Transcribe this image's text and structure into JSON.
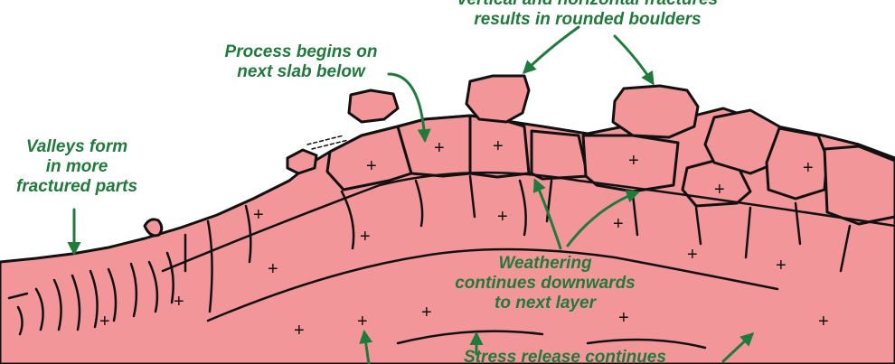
{
  "colors": {
    "rock": "#f2969a",
    "outline": "#111111",
    "label_green": "#1f7a3c"
  },
  "labels": {
    "top_partial": "vertical and horizontal fractures\nresults in rounded boulders",
    "process": "Process begins on\nnext slab below",
    "valleys": "Valleys form\nin more\nfractured parts",
    "weathering": "Weathering\ncontinues downwards\nto next layer",
    "stress": "Stress release continues"
  },
  "symbols": {
    "plus": "+"
  }
}
